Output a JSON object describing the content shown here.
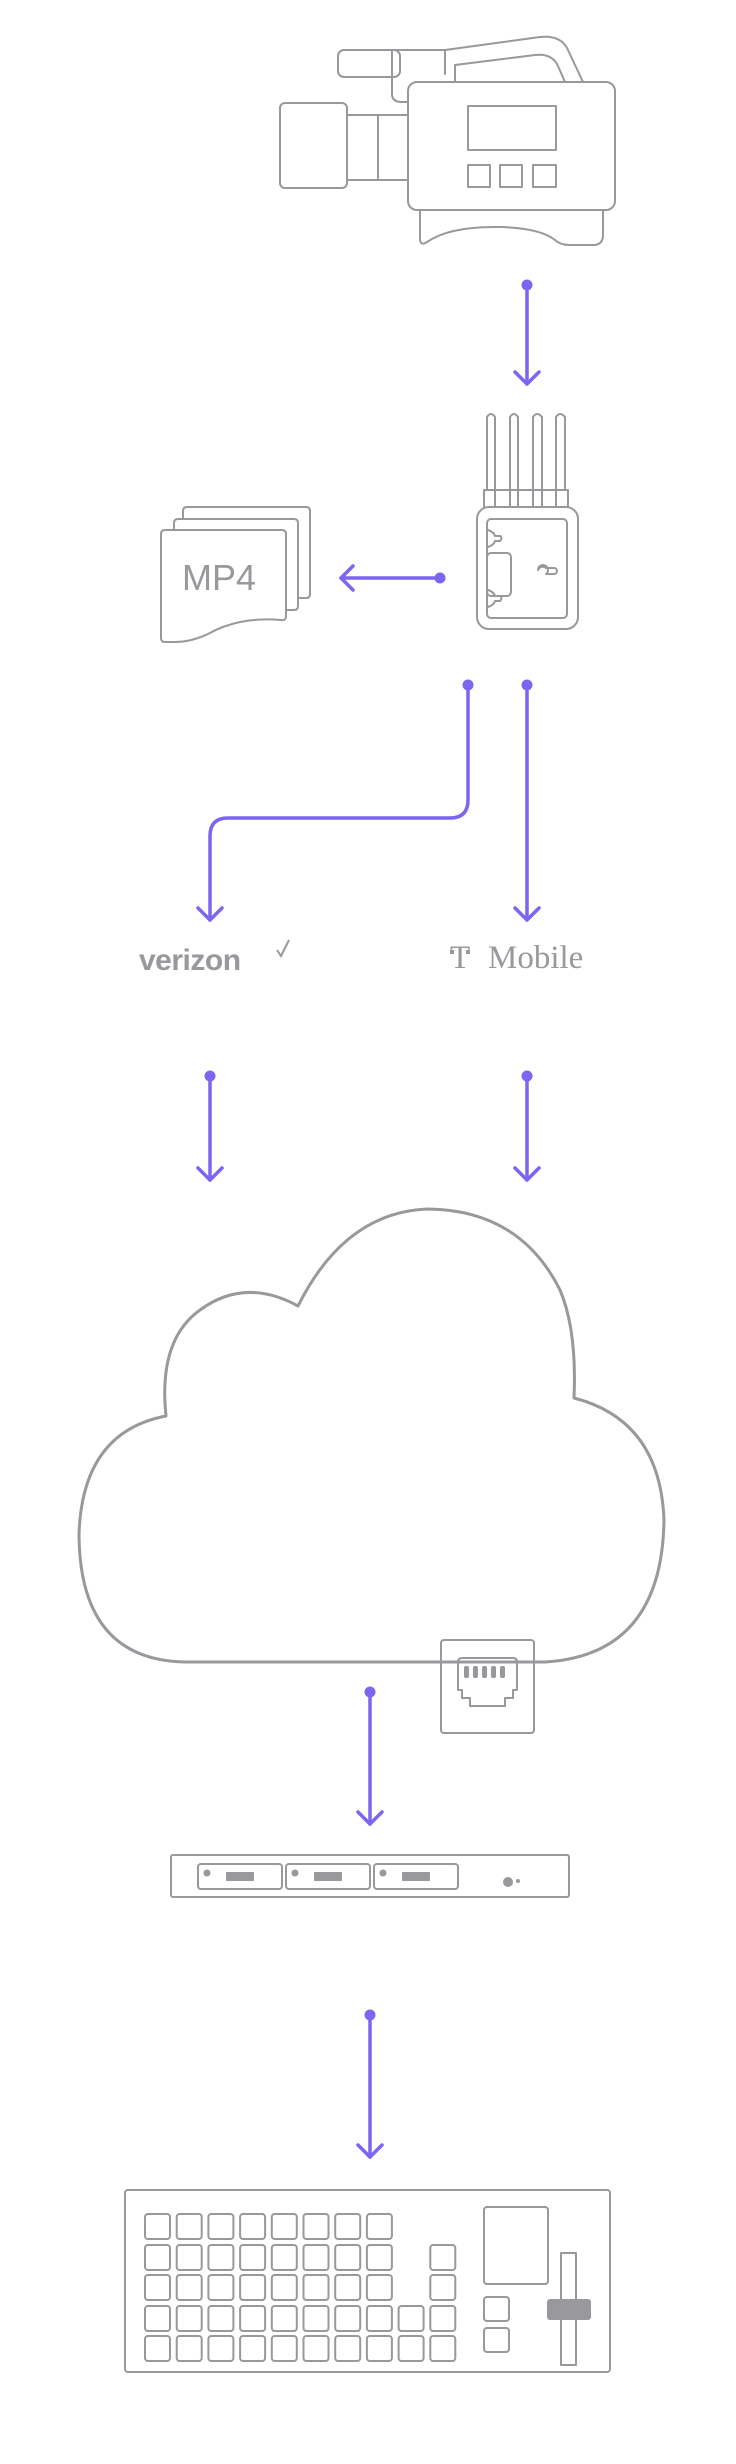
{
  "diagram": {
    "file_label": "MP4",
    "carriers": [
      {
        "name": "verizon"
      },
      {
        "name": "Mobile",
        "prefix": "T"
      }
    ]
  },
  "colors": {
    "accent": "#7a66f0",
    "stroke": "#98989d"
  }
}
